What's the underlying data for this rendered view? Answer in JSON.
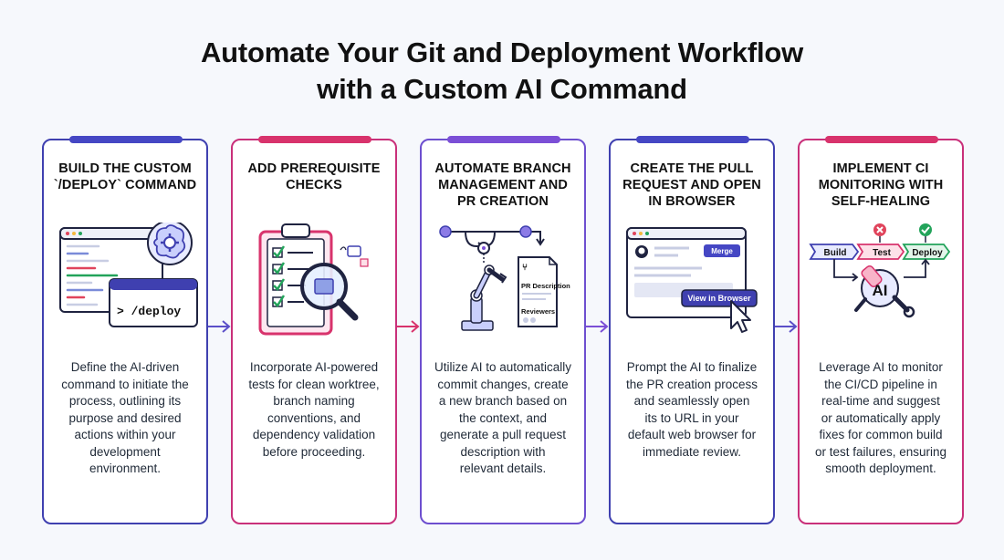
{
  "title": [
    "Automate Your Git and Deployment Workflow",
    "with a Custom AI Command"
  ],
  "colors": {
    "navy": "#3f40b0",
    "pink": "#d8336c",
    "purple": "#7b4fd6",
    "green": "#22a35a",
    "red": "#e0445c"
  },
  "steps": [
    {
      "heading": [
        "BUILD THE CUSTOM",
        "`/DEPLOY` COMMAND"
      ],
      "icon": "terminal-brain-icon",
      "illustration_text": "> /deploy",
      "description": [
        "Define the AI-driven",
        "command to initiate the",
        "process, outlining its",
        "purpose and desired",
        "actions within your",
        "development",
        "environment."
      ]
    },
    {
      "heading": [
        "ADD PREREQUISITE",
        "CHECKS"
      ],
      "icon": "clipboard-checklist-magnifier-icon",
      "description": [
        "Incorporate AI-powered",
        "tests for clean worktree,",
        "branch naming",
        "conventions, and",
        "dependency validation",
        "before proceeding."
      ]
    },
    {
      "heading": [
        "AUTOMATE BRANCH",
        "MANAGEMENT AND",
        "PR CREATION"
      ],
      "icon": "branch-robot-arm-icon",
      "illustration_labels": [
        "PR Description",
        "Reviewers"
      ],
      "description": [
        "Utilize AI to automatically",
        "commit changes, create",
        "a new branch based on",
        "the context, and",
        "generate a pull request",
        "description with",
        "relevant details."
      ]
    },
    {
      "heading": [
        "CREATE THE PULL",
        "REQUEST AND OPEN",
        "IN BROWSER"
      ],
      "icon": "browser-pr-icon",
      "illustration_labels": [
        "Merge",
        "View in Browser"
      ],
      "description": [
        "Prompt the AI to finalize",
        "the PR creation process",
        "and seamlessly open",
        "its to URL in your",
        "default web browser for",
        "immediate review."
      ]
    },
    {
      "heading": [
        "IMPLEMENT CI",
        "MONITORING WITH",
        "SELF-HEALING"
      ],
      "icon": "pipeline-ai-repair-icon",
      "illustration_labels": [
        "Build",
        "Test",
        "Deploy",
        "AI"
      ],
      "description": [
        "Leverage AI to monitor",
        "the CI/CD pipeline in",
        "real-time and suggest",
        "or automatically apply",
        "fixes for common build",
        "or test failures, ensuring",
        "smooth deployment."
      ]
    }
  ]
}
